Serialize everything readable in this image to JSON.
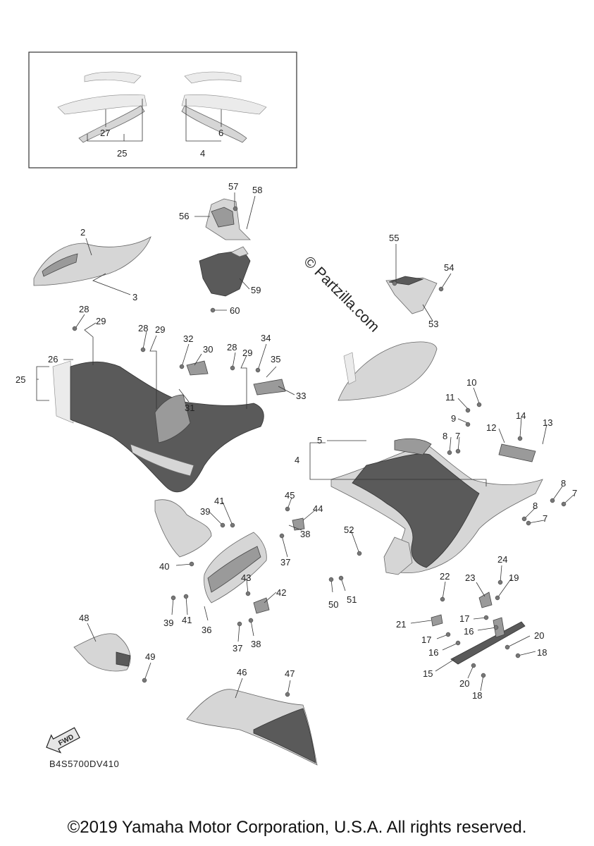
{
  "diagram": {
    "watermark": "© Partzilla.com",
    "drawing_code": "B4S5700DV410",
    "fwd_label": "FWD",
    "callouts": {
      "inset": [
        "27",
        "25",
        "6",
        "4"
      ],
      "main": [
        "2",
        "3",
        "56",
        "57",
        "58",
        "59",
        "60",
        "55",
        "54",
        "53",
        "28",
        "29",
        "28",
        "29",
        "32",
        "30",
        "31",
        "28",
        "29",
        "34",
        "35",
        "33",
        "26",
        "25",
        "10",
        "11",
        "9",
        "8",
        "7",
        "12",
        "14",
        "13",
        "5",
        "4",
        "8",
        "7",
        "8",
        "7",
        "45",
        "44",
        "41",
        "39",
        "37",
        "38",
        "40",
        "43",
        "42",
        "36",
        "39",
        "41",
        "37",
        "38",
        "52",
        "50",
        "51",
        "22",
        "23",
        "24",
        "19",
        "21",
        "17",
        "16",
        "17",
        "16",
        "20",
        "18",
        "15",
        "20",
        "18",
        "48",
        "49",
        "46",
        "47"
      ]
    }
  },
  "footer": {
    "copyright": "©2019 Yamaha Motor Corporation, U.S.A. All rights reserved."
  }
}
